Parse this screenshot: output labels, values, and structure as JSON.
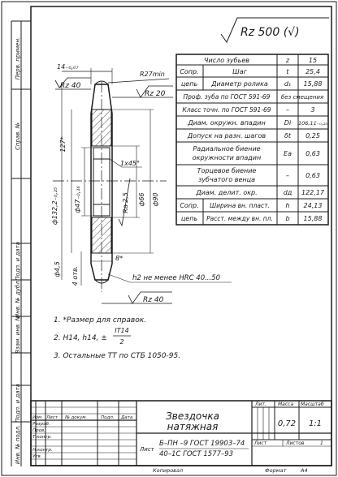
{
  "roughness": {
    "label": "Rz 500 (√)"
  },
  "parameters_table": {
    "rows": [
      {
        "group": "",
        "name": "Число зубьев",
        "symbol": "z",
        "value": "15"
      },
      {
        "group": "Сопр.",
        "name": "Шаг",
        "symbol": "t",
        "value": "25,4"
      },
      {
        "group": "цепь",
        "name": "Диаметр ролика",
        "symbol": "d₁",
        "value": "15,88"
      },
      {
        "group": "",
        "name": "Проф. зуба по ГОСТ 591-69",
        "symbol": "",
        "value": "без смещения"
      },
      {
        "group": "",
        "name": "Класс точн. по ГОСТ 591-69",
        "symbol": "–",
        "value": "3"
      },
      {
        "group": "",
        "name": "Диам. окружн. впадин",
        "symbol": "Di",
        "value": "106,11₋₀,₂₅"
      },
      {
        "group": "",
        "name": "Допуск на разн. шагов",
        "symbol": "δt",
        "value": "0,25"
      },
      {
        "group": "",
        "name": "Радиальное биение окружности впадин",
        "symbol": "Ea",
        "value": "0,63"
      },
      {
        "group": "",
        "name": "Торцевое биение зубчатого венца",
        "symbol": "–",
        "value": "0,63"
      },
      {
        "group": "",
        "name": "Диам. делит. окр.",
        "symbol": "dд",
        "value": "122,17"
      },
      {
        "group": "Сопр.",
        "name": "Ширина вн. пласт.",
        "symbol": "h",
        "value": "24,13"
      },
      {
        "group": "цепь",
        "name": "Расст. между вн. пл.",
        "symbol": "b",
        "value": "15,88"
      }
    ]
  },
  "dimensions": {
    "width_top": "14₋₀,₀₇",
    "radius_r27": "R27min",
    "rz40_left": "Rz 40",
    "rz20": "Rz 20",
    "rz40_bottom": "Rz 40",
    "dia_127": "127*",
    "dia_132": "ф132,2₋₀,₂₅",
    "dia_47": "ф47₋₀,₁₆",
    "dia_66": "ф66",
    "dia_90": "ф90",
    "chamfer": "1x45°",
    "ra25": "Ra 2,5",
    "dia_45": "ф4,5",
    "four_holes": "4 отв.",
    "eight": "8*",
    "hardness": "h2 не менее HRC 40...50"
  },
  "notes": [
    "1.  *Размер для справок.",
    "2. H14, h14, ±",
    "3. Остальные ТТ по СТБ 1050-95."
  ],
  "tolerance_fraction": {
    "numerator": "IT14",
    "denominator": "2"
  },
  "side_stamps": [
    "Перв. примен.",
    "Справ. №",
    "Подп. и дата",
    "Инв. № дубл.",
    "Взам. инв. №",
    "Подп. и дата",
    "Инв. № подл."
  ],
  "title_block": {
    "title_line1": "Звездочка",
    "title_line2": "натяжная",
    "material_line1": "Б–ПН –9 ГОСТ 19903–74",
    "material_line2": "40–1С ГОСТ 1577–93",
    "header_lit": "Лит.",
    "header_mass": "Масса",
    "header_scale": "Масштаб",
    "mass": "0,72",
    "scale": "1:1",
    "sheet_label": "Лист",
    "sheets_label": "Листов",
    "sheets_value": "1",
    "col_izm": "Изм",
    "col_list": "Лист",
    "col_doc": "№ докум.",
    "col_sign": "Подп.",
    "col_date": "Дата",
    "role_razrab": "Разраб.",
    "role_prov": "Пров.",
    "role_tkontr": "Т.контр.",
    "role_nkontr": "Н.контр.",
    "role_utv": "Утв."
  },
  "footer": {
    "copied": "Копировал",
    "format_label": "Формат",
    "format_value": "А4"
  }
}
